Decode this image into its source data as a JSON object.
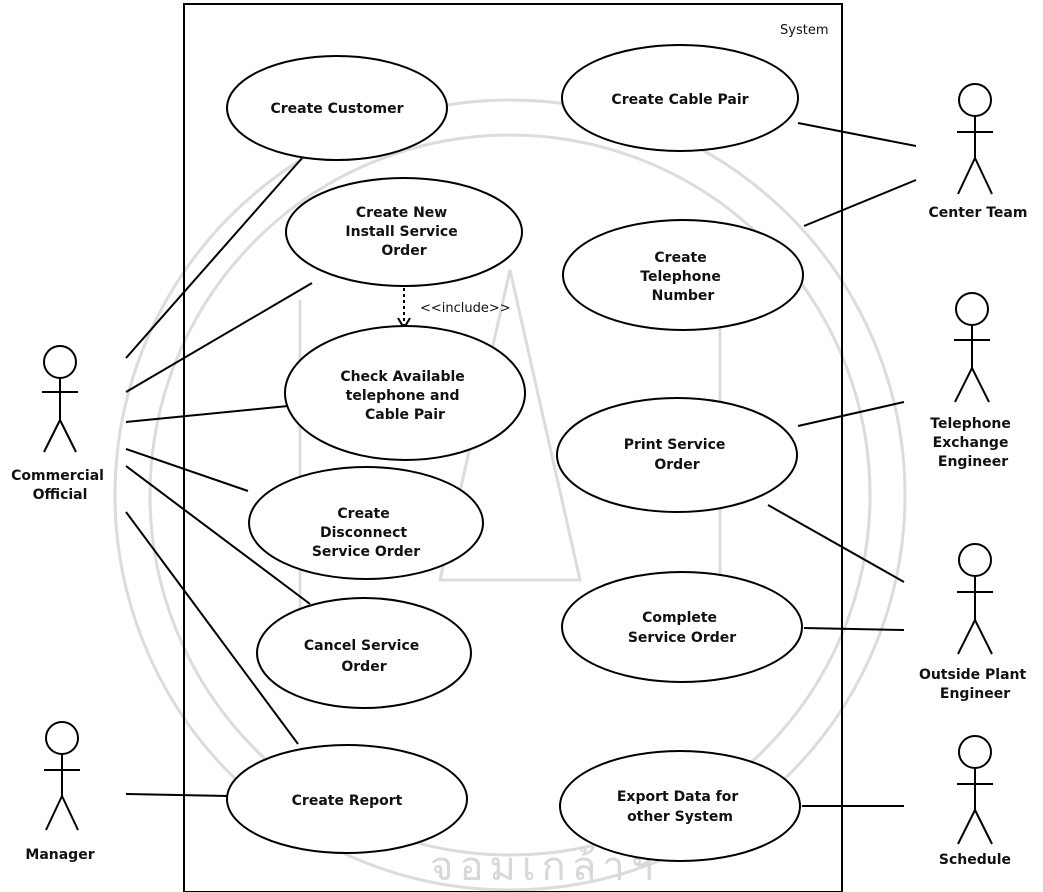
{
  "system": {
    "label": "System"
  },
  "use_cases": {
    "create_customer": [
      "Create Customer"
    ],
    "create_new_install": [
      "Create New",
      "Install Service",
      "Order"
    ],
    "check_available": [
      "Check Available",
      "telephone and",
      "Cable Pair"
    ],
    "create_disconnect": [
      "Create",
      "Disconnect",
      "Service Order"
    ],
    "cancel_service": [
      "Cancel Service",
      "Order"
    ],
    "create_report": [
      "Create Report"
    ],
    "create_cable_pair": [
      "Create Cable Pair"
    ],
    "create_telephone_number": [
      "Create",
      "Telephone",
      "Number"
    ],
    "print_service_order": [
      "Print Service",
      "Order"
    ],
    "complete_service_order": [
      "Complete",
      "Service Order"
    ],
    "export_data": [
      "Export Data for",
      "other System"
    ]
  },
  "include_label": "<<include>>",
  "actors": {
    "commercial_official": [
      "Commercial",
      "Official"
    ],
    "manager": [
      "Manager"
    ],
    "center_team": [
      "Center Team"
    ],
    "telephone_exchange_engineer": [
      "Telephone",
      "Exchange",
      "Engineer"
    ],
    "outside_plant_engineer": [
      "Outside Plant",
      "Engineer"
    ],
    "schedule": [
      "Schedule"
    ]
  },
  "watermark": {
    "text": "จอมเกล้าฯ"
  }
}
